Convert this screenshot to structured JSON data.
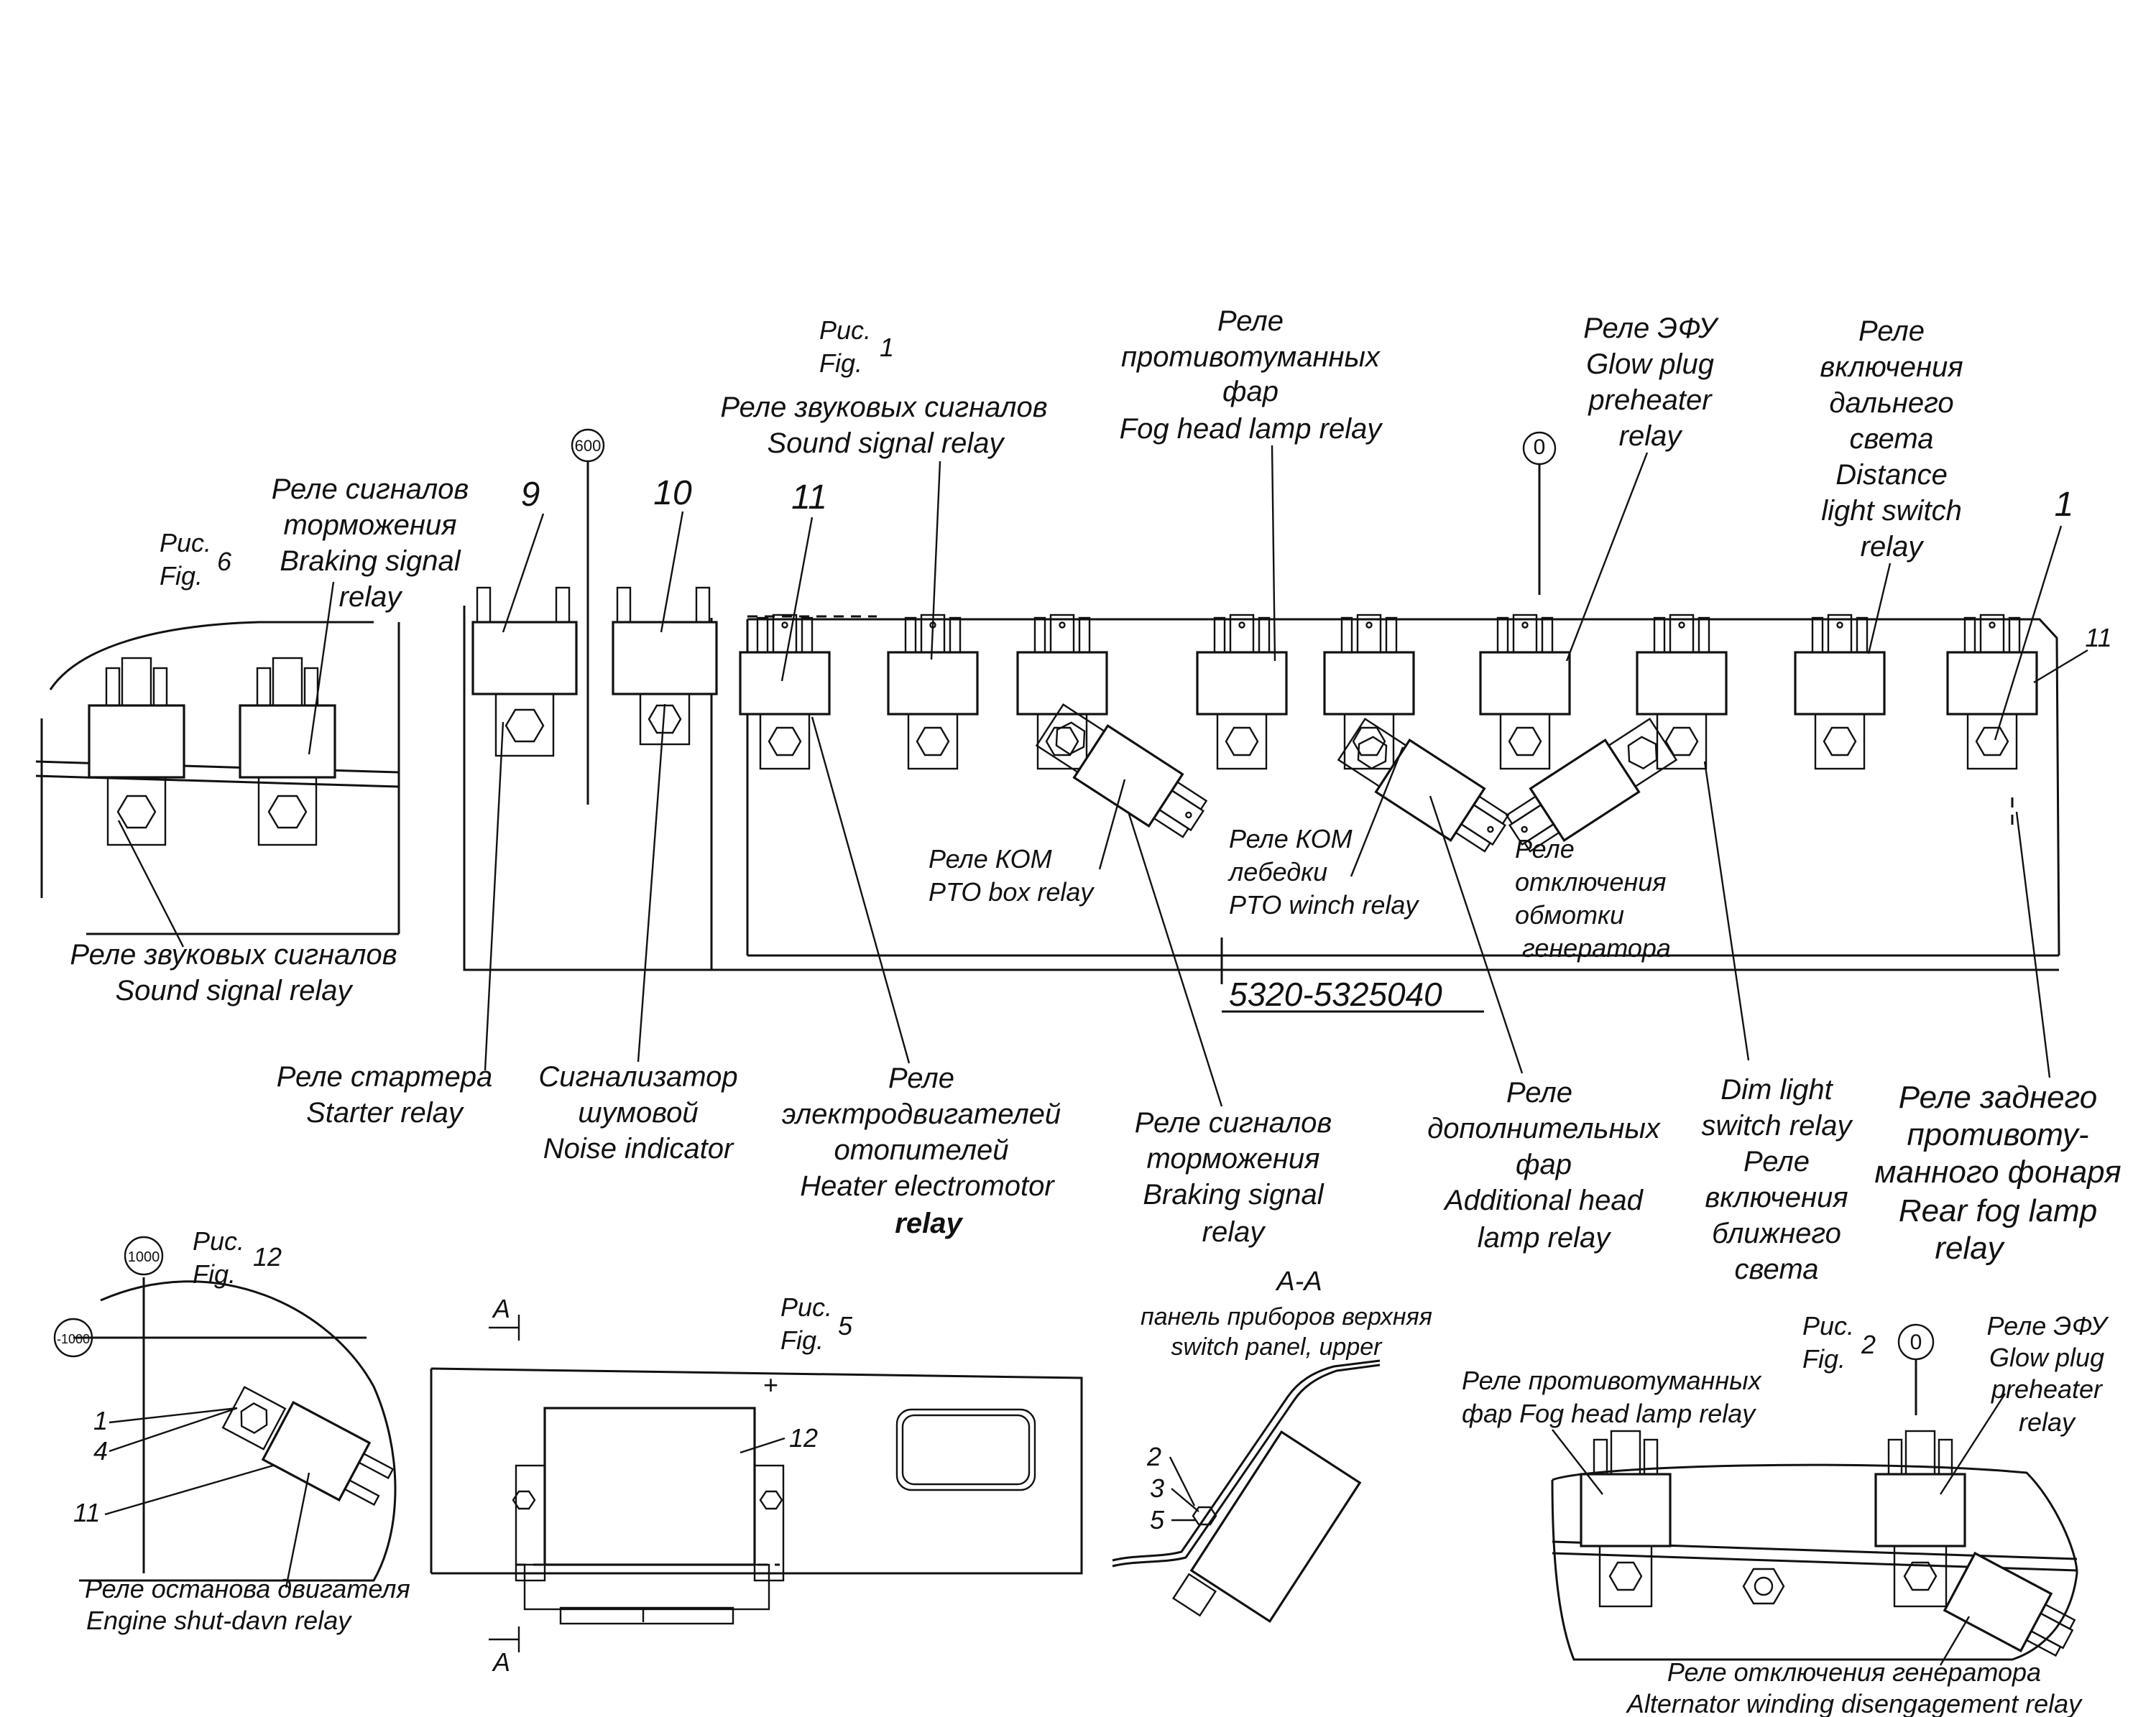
{
  "fig1": {
    "ref_ru": "Рис.",
    "ref_en": "Fig.",
    "ref_num": "1",
    "code": "5320-5325040",
    "grid_600": "600",
    "grid_0": "0",
    "num_9": "9",
    "num_10": "10",
    "num_11": "11",
    "num_1": "1",
    "num_11b": "11",
    "top_labels": {
      "sound_ru": "Реле звуковых сигналов",
      "sound_en": "Sound signal relay",
      "fog_1": "Реле",
      "fog_2": "противотуманных",
      "fog_3": "фар",
      "fog_4": "Fog head lamp relay",
      "efu_1": "Реле ЭФУ",
      "efu_2": "Glow plug",
      "efu_3": "preheater",
      "efu_4": "relay",
      "dist_1": "Реле",
      "dist_2": "включения",
      "dist_3": "дальнего",
      "dist_4": "света",
      "dist_5": "Distance",
      "dist_6": "light switch",
      "dist_7": "relay"
    },
    "mid_labels": {
      "kom_1": "Реле КОМ",
      "kom_2": "PTO box relay",
      "komw_1": "Реле КОМ",
      "komw_2": "лебедки",
      "komw_3": "PTO winch relay",
      "gen_1": "Реле",
      "gen_2": "отключения",
      "gen_3": "обмотки",
      "gen_4": "генератора"
    },
    "bottom_labels": {
      "starter_1": "Реле стартера",
      "starter_2": "Starter relay",
      "noise_1": "Сигнализатор",
      "noise_2": "шумовой",
      "noise_3": "Noise indicator",
      "heater_1": "Реле",
      "heater_2": "электродвигателей",
      "heater_3": "отопителей",
      "heater_4": "Heater electromotor",
      "heater_5": "relay",
      "brake_1": "Реле сигналов",
      "brake_2": "торможения",
      "brake_3": "Braking signal",
      "brake_4": "relay",
      "addl_1": "Реле",
      "addl_2": "дополнительных",
      "addl_3": "фар",
      "addl_4": "Additional head",
      "addl_5": "lamp relay",
      "dim_1": "Dim light",
      "dim_2": "switch relay",
      "dim_3": "Реле",
      "dim_4": "включения",
      "dim_5": "ближнего",
      "dim_6": "света",
      "rear_1": "Реле заднего",
      "rear_2": "противоту-",
      "rear_3": "манного фонаря",
      "rear_4": "Rear fog lamp",
      "rear_5": "relay"
    }
  },
  "fig6": {
    "ref_ru": "Рис.",
    "ref_en": "Fig.",
    "ref_num": "6",
    "brake_1": "Реле сигналов",
    "brake_2": "торможения",
    "brake_3": "Braking signal",
    "brake_4": "relay",
    "sound_1": "Реле звуковых сигналов",
    "sound_2": "Sound signal relay"
  },
  "fig12": {
    "ref_ru": "Рис.",
    "ref_en": "Fig.",
    "ref_num": "12",
    "grid_1000": "1000",
    "grid_m1000": "-1000",
    "n1": "1",
    "n4": "4",
    "n11": "11",
    "cap_1": "Реле останова двигателя",
    "cap_2": "Engine shut-davn relay"
  },
  "fig5": {
    "ref_ru": "Рис.",
    "ref_en": "Fig.",
    "ref_num": "5",
    "sec_a": "A",
    "sec_a2": "A",
    "n12": "12",
    "plus": "+"
  },
  "section": {
    "title": "A-A",
    "ru": "панель приборов верхняя",
    "en": "switch panel, upper",
    "n2": "2",
    "n3": "3",
    "n5": "5"
  },
  "fig2": {
    "ref_ru": "Рис.",
    "ref_en": "Fig.",
    "ref_num": "2",
    "grid_0": "0",
    "fog_1": "Реле противотуманных",
    "fog_2": "фар Fog head lamp relay",
    "efu_1": "Реле ЭФУ",
    "efu_2": "Glow plug",
    "efu_3": "preheater",
    "efu_4": "relay",
    "gen_1": "Реле отключения генератора",
    "gen_2": "Alternator winding disengagement relay"
  }
}
